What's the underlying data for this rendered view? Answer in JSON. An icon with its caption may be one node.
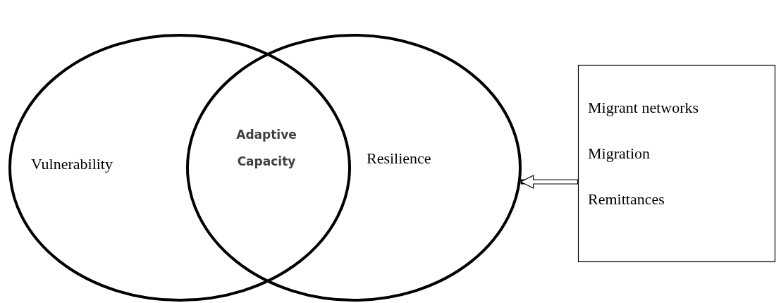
{
  "diagram": {
    "nodes": [
      {
        "text": [
          "Vulnerability"
        ]
      },
      {
        "text": [
          "Resilience"
        ]
      },
      {
        "text": [
          "Migrant networks",
          "Migration",
          "Remittances"
        ]
      }
    ],
    "edges": [
      {
        "from": 2,
        "to": 1,
        "arrow": "to"
      }
    ],
    "labels": [
      "Adaptive Capacity"
    ]
  }
}
